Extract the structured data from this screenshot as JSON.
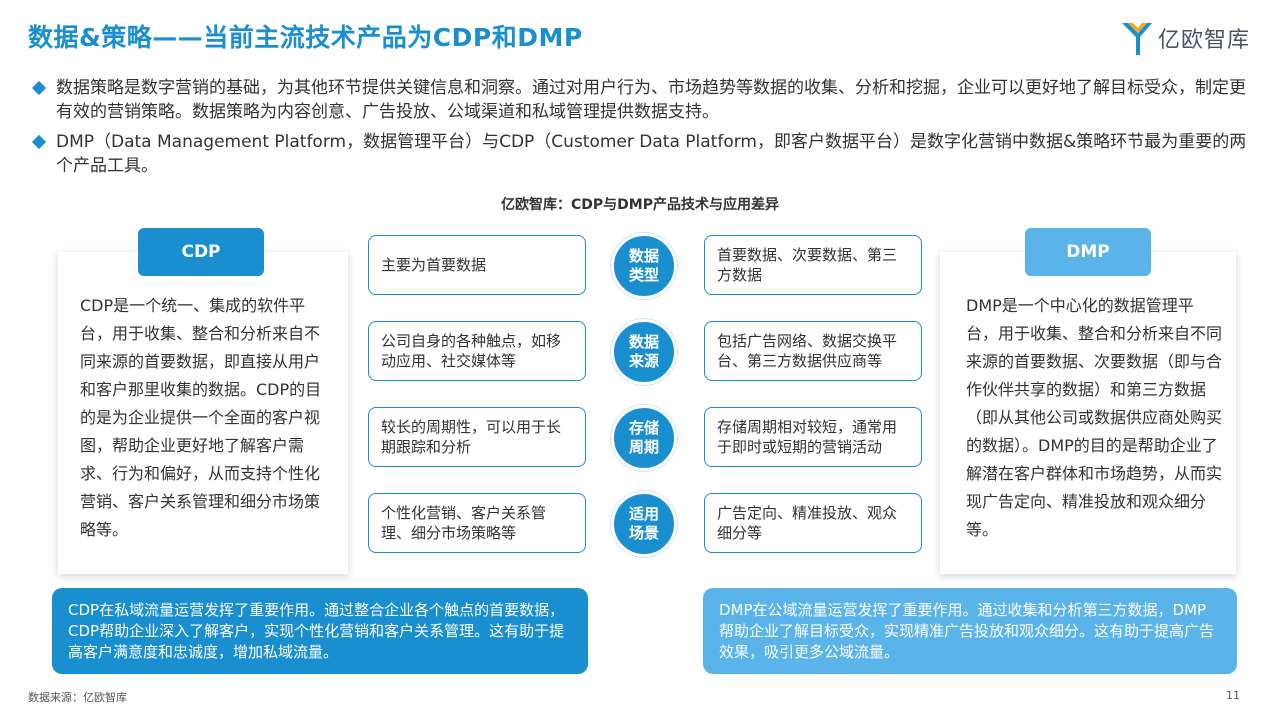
{
  "header": {
    "title": "数据&策略——当前主流技术产品为CDP和DMP",
    "logo_text": "亿欧智库"
  },
  "bullets": [
    "数据策略是数字营销的基础，为其他环节提供关键信息和洞察。通过对用户行为、市场趋势等数据的收集、分析和挖掘，企业可以更好地了解目标受众，制定更有效的营销策略。数据策略为内容创意、广告投放、公域渠道和私域管理提供数据支持。",
    "DMP（Data Management Platform，数据管理平台）与CDP（Customer Data Platform，即客户数据平台）是数字化营销中数据&策略环节最为重要的两个产品工具。"
  ],
  "chart_title": "亿欧智库：CDP与DMP产品技术与应用差异",
  "cdp": {
    "label": "CDP",
    "description": "CDP是一个统一、集成的软件平台，用于收集、整合和分析来自不同来源的首要数据，即直接从用户和客户那里收集的数据。CDP的目的是为企业提供一个全面的客户视图，帮助企业更好地了解客户需求、行为和偏好，从而支持个性化营销、客户关系管理和细分市场策略等。",
    "summary": "CDP在私域流量运营发挥了重要作用。通过整合企业各个触点的首要数据，CDP帮助企业深入了解客户，实现个性化营销和客户关系管理。这有助于提高客户满意度和忠诚度，增加私域流量。"
  },
  "dmp": {
    "label": "DMP",
    "description": "DMP是一个中心化的数据管理平台，用于收集、整合和分析来自不同来源的首要数据、次要数据（即与合作伙伴共享的数据）和第三方数据（即从其他公司或数据供应商处购买的数据）。DMP的目的是帮助企业了解潜在客户群体和市场趋势，从而实现广告定向、精准投放和观众细分等。",
    "summary": "DMP在公域流量运营发挥了重要作用。通过收集和分析第三方数据，DMP帮助企业了解目标受众，实现精准广告投放和观众细分。这有助于提高广告效果，吸引更多公域流量。"
  },
  "comparison": [
    {
      "dimension": "数据类型",
      "cdp": "主要为首要数据",
      "dmp": "首要数据、次要数据、第三方数据"
    },
    {
      "dimension": "数据来源",
      "cdp": "公司自身的各种触点，如移动应用、社交媒体等",
      "dmp": "包括广告网络、数据交换平台、第三方数据供应商等"
    },
    {
      "dimension": "存储周期",
      "cdp": "较长的周期性，可以用于长期跟踪和分析",
      "dmp": "存储周期相对较短，通常用于即时或短期的营销活动"
    },
    {
      "dimension": "适用场景",
      "cdp": "个性化营销、客户关系管理、细分市场策略等",
      "dmp": "广告定向、精准投放、观众细分等"
    }
  ],
  "footer": {
    "source": "数据来源：亿欧智库",
    "page_number": "11"
  },
  "colors": {
    "accent": "#1a8fd0",
    "accent_light": "#5ab4ea"
  }
}
